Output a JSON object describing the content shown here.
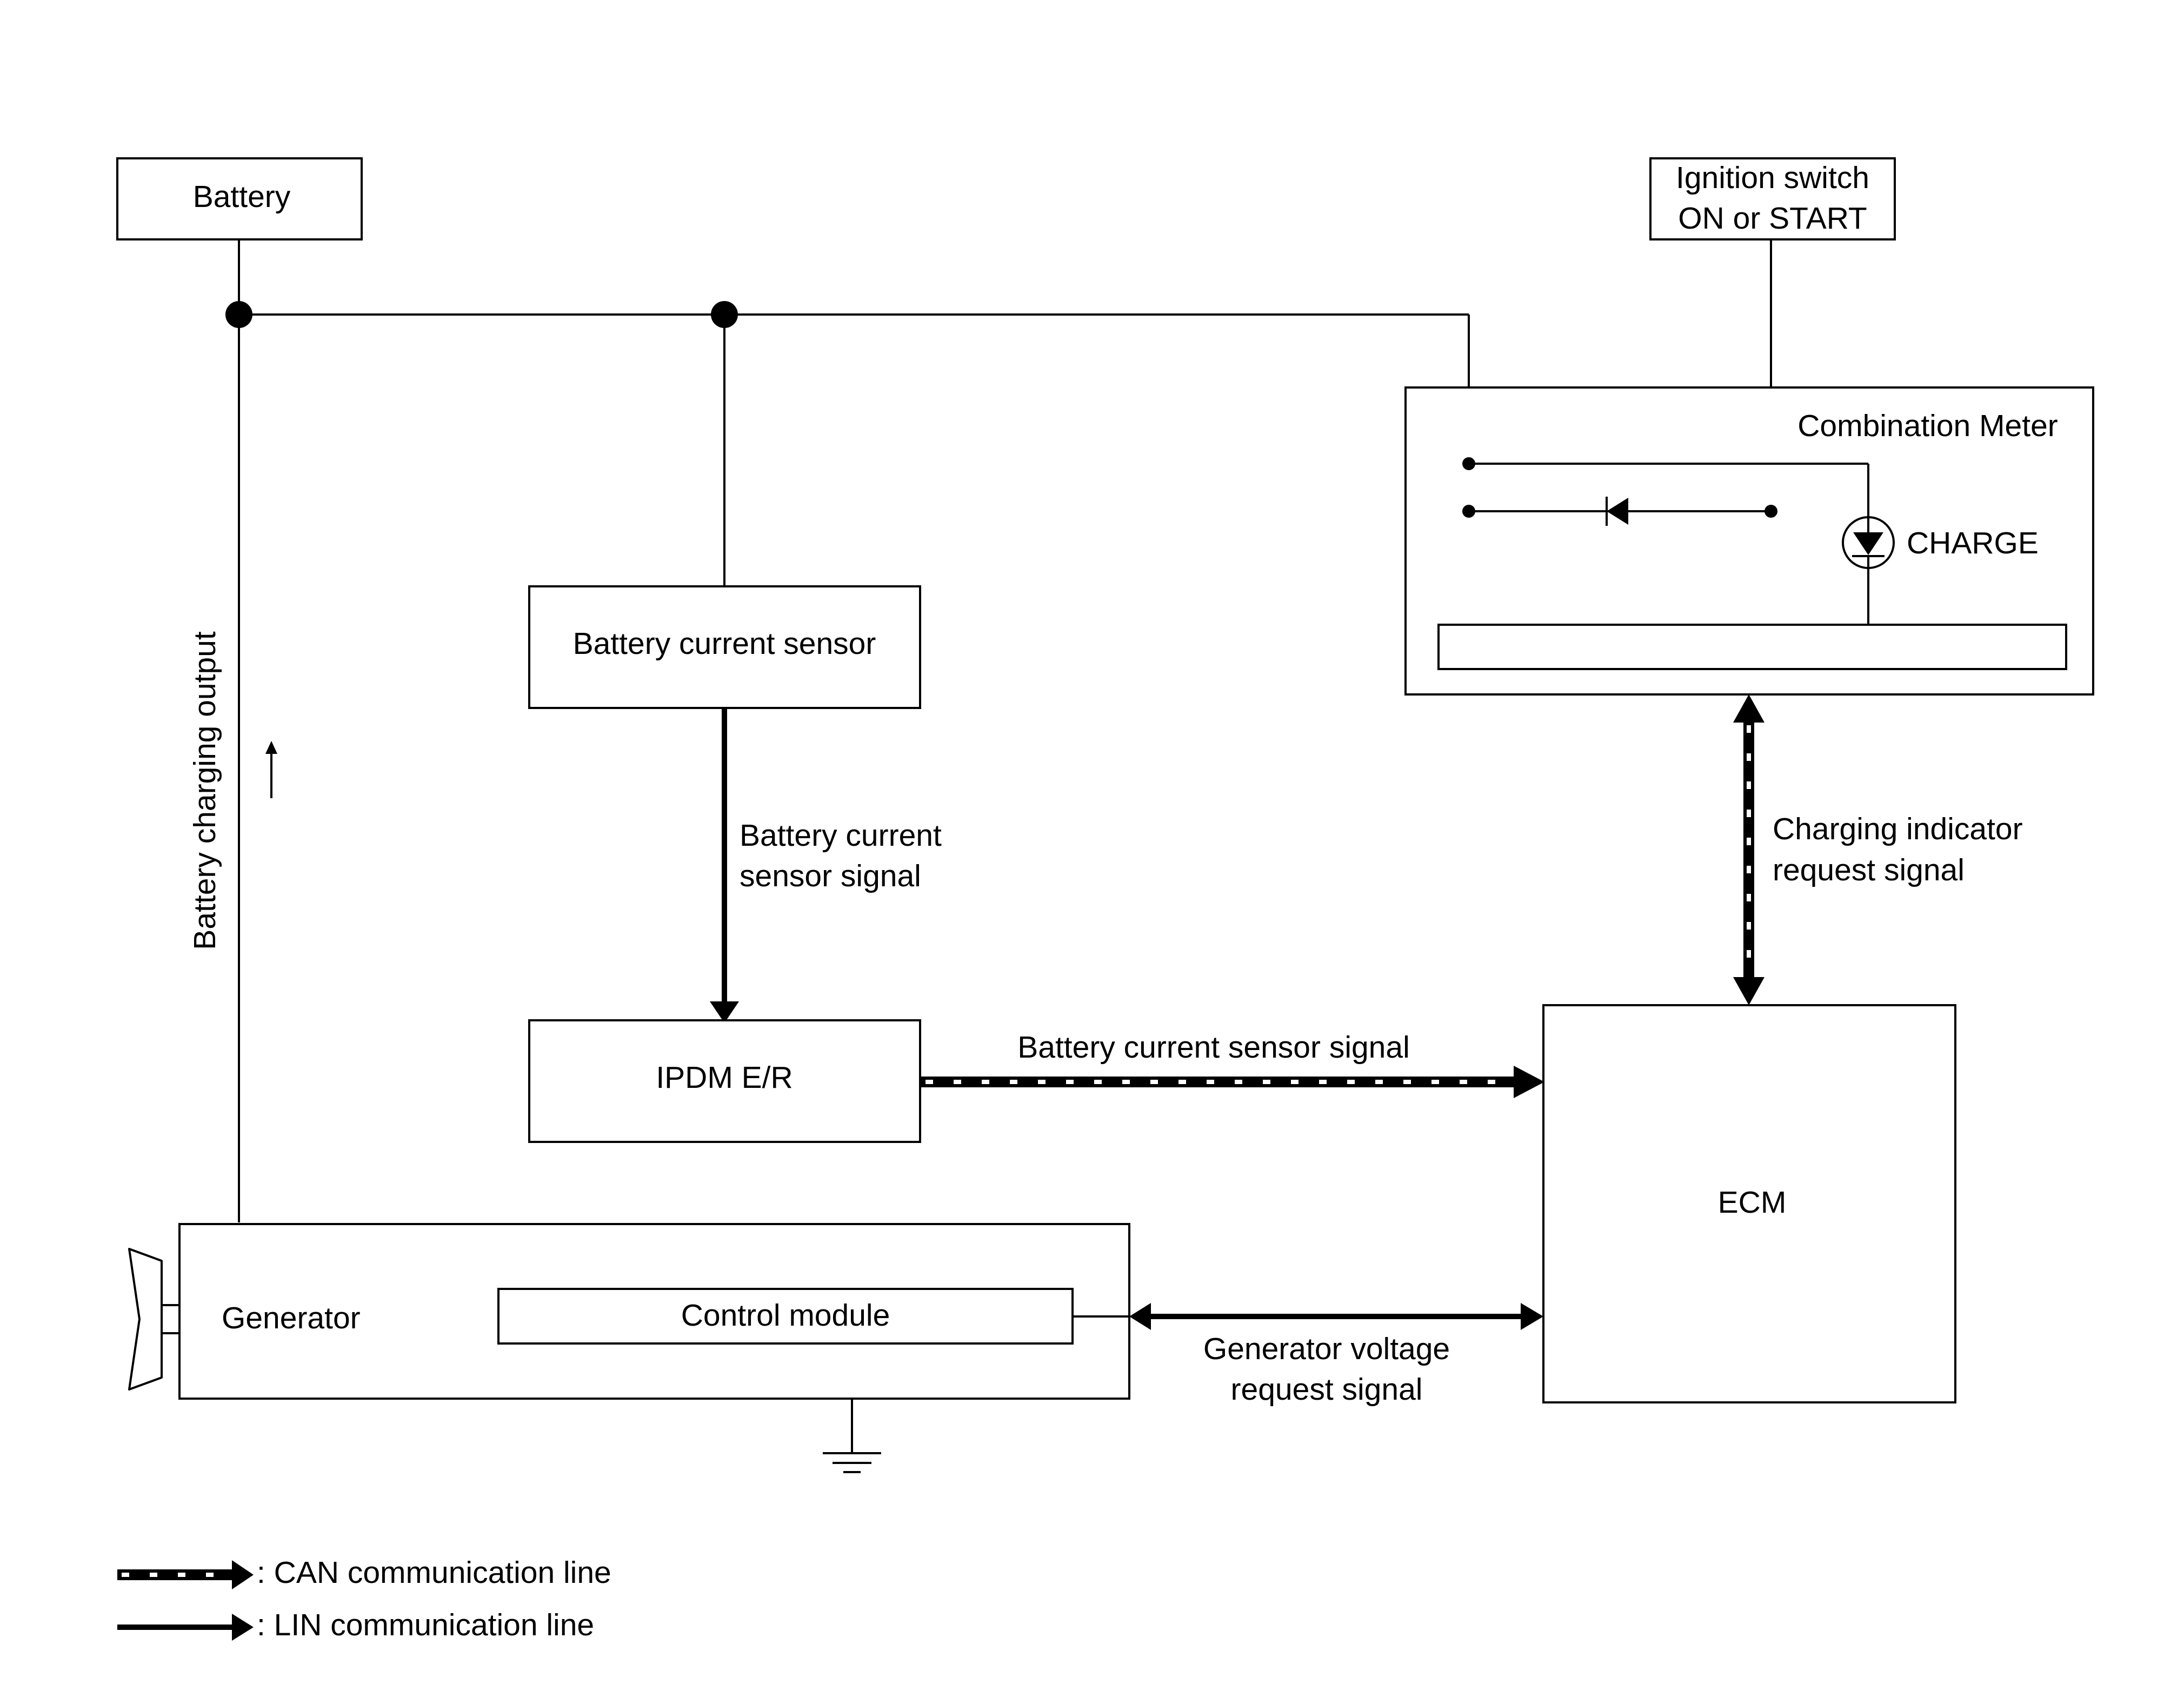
{
  "labels": {
    "battery": "Battery",
    "ignition_line1": "Ignition switch",
    "ignition_line2": "ON or START",
    "combination_meter": "Combination Meter",
    "charge": "CHARGE",
    "battery_current_sensor": "Battery current sensor",
    "bcs_signal_line1": "Battery current",
    "bcs_signal_line2": "sensor signal",
    "battery_charging_output": "Battery charging output",
    "ipdm": "IPDM E/R",
    "can_signal": "Battery current sensor signal",
    "charging_indicator_line1": "Charging indicator",
    "charging_indicator_line2": "request signal",
    "ecm": "ECM",
    "generator": "Generator",
    "control_module": "Control module",
    "gen_voltage_line1": "Generator voltage",
    "gen_voltage_line2": "request signal"
  },
  "legend": {
    "can": ": CAN communication line",
    "lin": ": LIN communication line"
  },
  "colors": {
    "line": "#000000",
    "background": "#ffffff"
  }
}
